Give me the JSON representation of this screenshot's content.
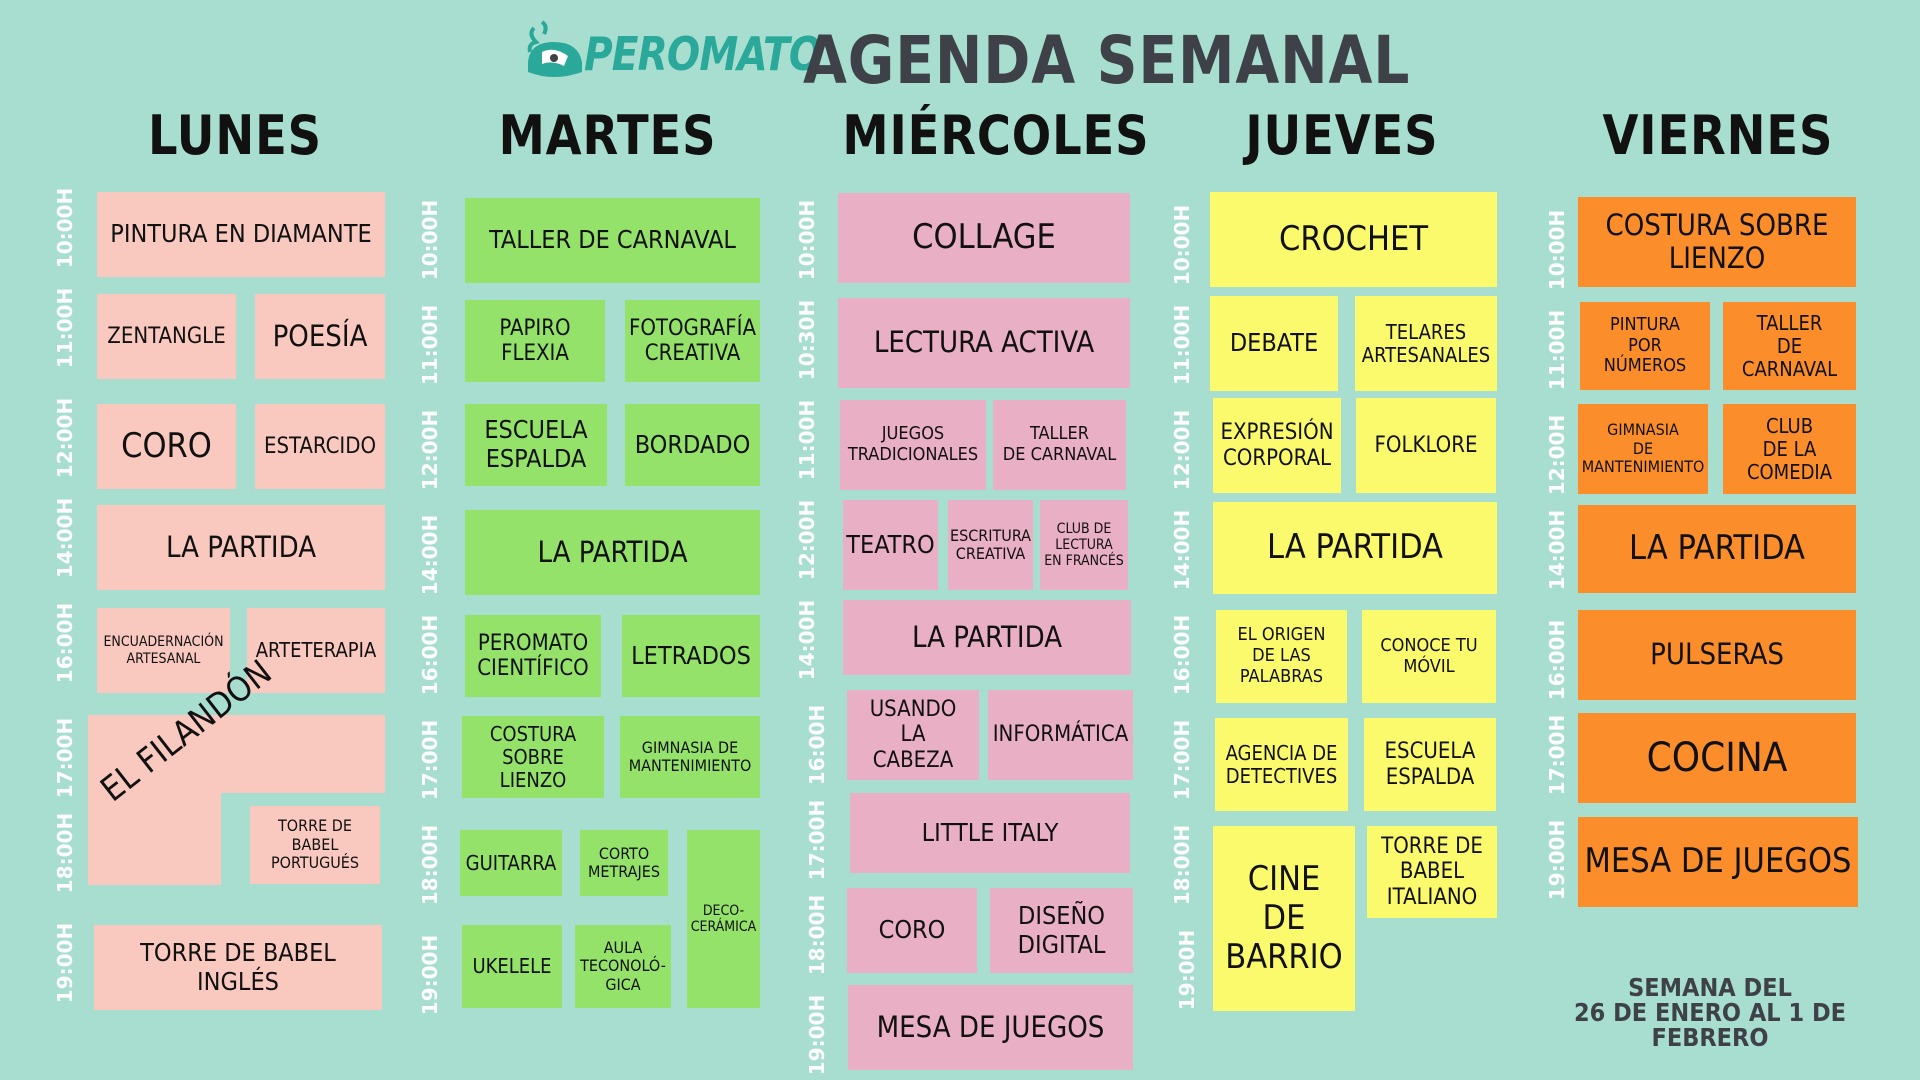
{
  "header": {
    "logo_text": "PEROMATO",
    "title": "AGENDA SEMANAL"
  },
  "days": {
    "mon": "LUNES",
    "tue": "MARTES",
    "wed": "MIÉRCOLES",
    "thu": "JUEVES",
    "fri": "VIERNES"
  },
  "times": {
    "t1000": "10:00H",
    "t1030": "10:30H",
    "t1100": "11:00H",
    "t1200": "12:00H",
    "t1400": "14:00H",
    "t1600": "16:00H",
    "t1700": "17:00H",
    "t1800": "18:00H",
    "t1900": "19:00H"
  },
  "lunes": {
    "pintura_diamante": "PINTURA EN DIAMANTE",
    "zentangle": "ZENTANGLE",
    "poesia": "POESÍA",
    "coro": "CORO",
    "estarcido": "ESTARCIDO",
    "la_partida": "LA PARTIDA",
    "encuadernacion_1": "ENCUADERNACIÓN",
    "encuadernacion_2": "ARTESANAL",
    "arteterapia": "ARTETERAPIA",
    "filandon": "EL FILANDÓN",
    "torre_pt_1": "TORRE DE",
    "torre_pt_2": "BABEL",
    "torre_pt_3": "PORTUGUÉS",
    "torre_en_1": "TORRE DE BABEL",
    "torre_en_2": "INGLÉS"
  },
  "martes": {
    "taller_carnaval": "TALLER DE CARNAVAL",
    "papiro_1": "PAPIRO",
    "papiro_2": "FLEXIA",
    "foto_1": "FOTOGRAFÍA",
    "foto_2": "CREATIVA",
    "escuela_1": "ESCUELA",
    "escuela_2": "ESPALDA",
    "bordado": "BORDADO",
    "la_partida": "LA PARTIDA",
    "peromato_1": "PEROMATO",
    "peromato_2": "CIENTÍFICO",
    "letrados": "LETRADOS",
    "costura_1": "COSTURA",
    "costura_2": "SOBRE LIENZO",
    "gimnasia_1": "GIMNASIA DE",
    "gimnasia_2": "MANTENIMIENTO",
    "guitarra": "GUITARRA",
    "corto_1": "CORTO",
    "corto_2": "METRAJES",
    "deco_1": "DECO-",
    "deco_2": "CERÁMICA",
    "ukelele": "UKELELE",
    "aula_1": "AULA",
    "aula_2": "TECONOLÓ-",
    "aula_3": "GICA"
  },
  "miercoles": {
    "collage": "COLLAGE",
    "lectura": "LECTURA ACTIVA",
    "juegos_1": "JUEGOS",
    "juegos_2": "TRADICIONALES",
    "taller_1": "TALLER",
    "taller_2": "DE CARNAVAL",
    "teatro": "TEATRO",
    "escritura_1": "ESCRITURA",
    "escritura_2": "CREATIVA",
    "club_1": "CLUB DE",
    "club_2": "LECTURA",
    "club_3": "EN FRANCÉS",
    "la_partida": "LA PARTIDA",
    "usando_1": "USANDO",
    "usando_2": "LA",
    "usando_3": "CABEZA",
    "informatica": "INFORMÁTICA",
    "little_italy": "LITTLE ITALY",
    "coro": "CORO",
    "diseno_1": "DISEÑO",
    "diseno_2": "DIGITAL",
    "mesa": "MESA DE JUEGOS"
  },
  "jueves": {
    "crochet": "CROCHET",
    "debate": "DEBATE",
    "telares_1": "TELARES",
    "telares_2": "ARTESANALES",
    "expresion_1": "EXPRESIÓN",
    "expresion_2": "CORPORAL",
    "folklore": "FOLKLORE",
    "la_partida": "LA PARTIDA",
    "origen_1": "EL ORIGEN",
    "origen_2": "DE LAS",
    "origen_3": "PALABRAS",
    "conoce_1": "CONOCE TU",
    "conoce_2": "MÓVIL",
    "agencia_1": "AGENCIA DE",
    "agencia_2": "DETECTIVES",
    "escuela_1": "ESCUELA",
    "escuela_2": "ESPALDA",
    "cine_1": "CINE",
    "cine_2": "DE",
    "cine_3": "BARRIO",
    "torre_1": "TORRE DE",
    "torre_2": "BABEL",
    "torre_3": "ITALIANO"
  },
  "viernes": {
    "costura_1": "COSTURA SOBRE",
    "costura_2": "LIENZO",
    "pintura_1": "PINTURA",
    "pintura_2": "POR",
    "pintura_3": "NÚMEROS",
    "taller_1": "TALLER",
    "taller_2": "DE CARNAVAL",
    "gimnasia_1": "GIMNASIA",
    "gimnasia_2": "DE",
    "gimnasia_3": "MANTENIMIENTO",
    "club_1": "CLUB",
    "club_2": "DE LA",
    "club_3": "COMEDIA",
    "la_partida": "LA PARTIDA",
    "pulseras": "PULSERAS",
    "cocina": "COCINA",
    "mesa": "MESA DE JUEGOS"
  },
  "footer": {
    "line1": "SEMANA DEL",
    "line2": "26 DE ENERO AL 1 DE FEBRERO"
  },
  "colors": {
    "background": "#a8ded0",
    "lunes": "#f9c9c0",
    "martes": "#95e26a",
    "miercoles": "#e9afc4",
    "jueves": "#fafa6c",
    "viernes": "#fb8e2b",
    "title": "#3e4147",
    "logo": "#2aa89a"
  },
  "icons": {
    "logo": "peromato-helmet-logo-icon"
  }
}
